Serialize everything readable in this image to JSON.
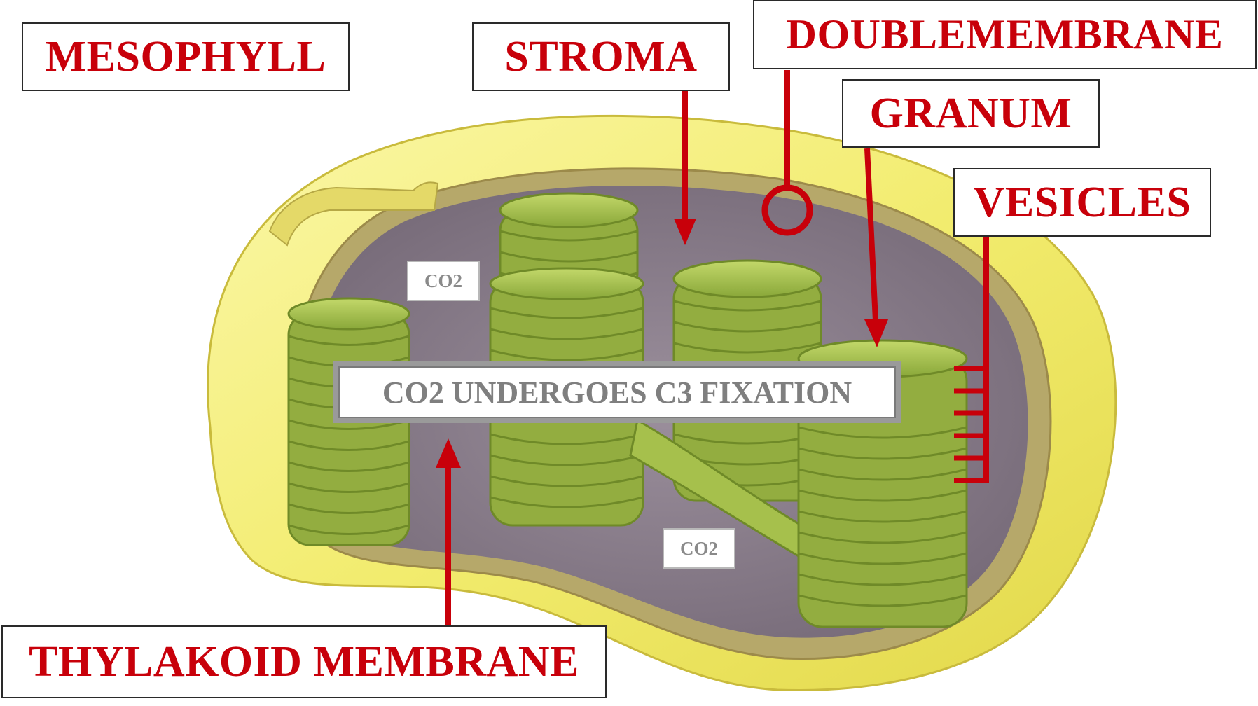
{
  "labels": {
    "mesophyll": "MESOPHYLL",
    "stroma": "STROMA",
    "double_membrane": "DOUBLEMEMBRANE",
    "granum": "GRANUM",
    "vesicles": "VESICLES",
    "thylakoid_membrane": "THYLAKOID MEMBRANE"
  },
  "annotations": {
    "co2_top": "CO2",
    "co2_bottom": "CO2",
    "fixation": "CO2 UNDERGOES C3 FIXATION"
  },
  "colors": {
    "label_text": "#c8000a",
    "pointer": "#c8000a",
    "envelope": "#f0ec7a",
    "stroma": "#8f8390",
    "granum": "#a9c452"
  }
}
